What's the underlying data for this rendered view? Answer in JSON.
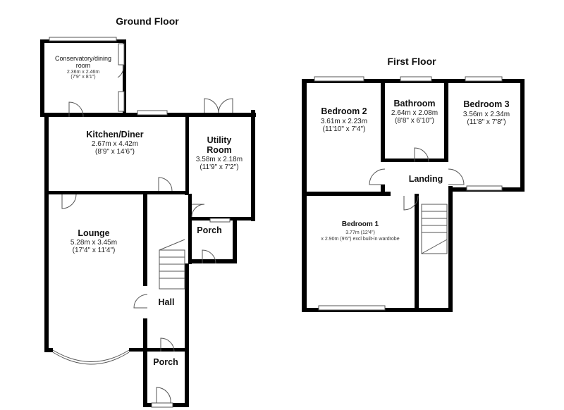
{
  "ground_floor": {
    "title": "Ground Floor",
    "conservatory": {
      "name_line1": "Conservatory/dining",
      "name_line2": "room",
      "dim_metric": "2.36m x 2.46m",
      "dim_imperial": "(7'9\" x 8'1\")"
    },
    "kitchen": {
      "name": "Kitchen/Diner",
      "dim_metric": "2.67m x 4.42m",
      "dim_imperial": "(8'9\" x 14'6\")"
    },
    "utility": {
      "name_line1": "Utility",
      "name_line2": "Room",
      "dim_metric": "3.58m x 2.18m",
      "dim_imperial": "(11'9\" x 7'2\")"
    },
    "lounge": {
      "name": "Lounge",
      "dim_metric": "5.28m x 3.45m",
      "dim_imperial": "(17'4\" x 11'4\")"
    },
    "porch_upper": {
      "name": "Porch"
    },
    "hall": {
      "name": "Hall"
    },
    "porch_lower": {
      "name": "Porch"
    }
  },
  "first_floor": {
    "title": "First Floor",
    "bedroom2": {
      "name": "Bedroom 2",
      "dim_metric": "3.61m x 2.23m",
      "dim_imperial": "(11'10\" x 7'4\")"
    },
    "bathroom": {
      "name": "Bathroom",
      "dim_metric": "2.64m x 2.08m",
      "dim_imperial": "(8'8\" x 6'10\")"
    },
    "bedroom3": {
      "name": "Bedroom 3",
      "dim_metric": "3.56m x 2.34m",
      "dim_imperial": "(11'8\" x 7'8\")"
    },
    "landing": {
      "name": "Landing"
    },
    "bedroom1": {
      "name": "Bedroom 1",
      "dim_line1": "3.77m (12'4\")",
      "dim_line2": "x 2.90m (9'6\") excl built-in wardrobe"
    }
  }
}
